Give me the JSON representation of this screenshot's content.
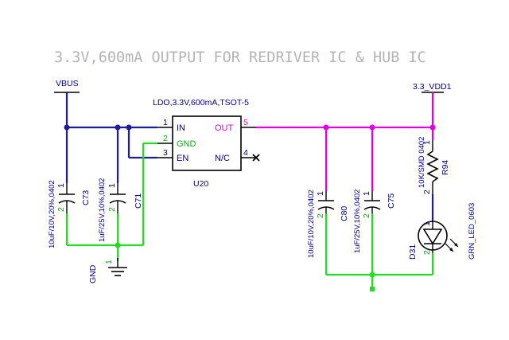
{
  "title": "3.3V,600mA OUTPUT FOR REDRIVER IC & HUB IC",
  "nets": {
    "vbus": "VBUS",
    "vdd": "3.3_VDD1",
    "gnd": "GND"
  },
  "u20": {
    "ref": "U20",
    "value": "LDO,3.3V,600mA,TSOT-5",
    "pins": {
      "in_num": "1",
      "in_name": "IN",
      "gnd_num": "2",
      "gnd_name": "GND",
      "en_num": "3",
      "en_name": "EN",
      "nc_num": "4",
      "nc_name": "N/C",
      "out_num": "5",
      "out_name": "OUT"
    }
  },
  "capacitors": [
    {
      "ref": "C73",
      "value": "10uF/10V,20%,0402",
      "pin1": "1",
      "pin2": "2"
    },
    {
      "ref": "C71",
      "value": "1uF/25V,10%,0402",
      "pin1": "1",
      "pin2": "2"
    },
    {
      "ref": "C80",
      "value": "10uF/10V,20%,0402",
      "pin1": "1",
      "pin2": "2"
    },
    {
      "ref": "C75",
      "value": "1uF/25V,10%,0402",
      "pin1": "1",
      "pin2": "2"
    }
  ],
  "resistor": {
    "ref": "R94",
    "value": "10K/SMD 0402",
    "pin1": "1",
    "pin2": "2"
  },
  "led": {
    "ref": "D31",
    "value": "GRN_LED_0603",
    "pin1": "1",
    "pin2": "2"
  },
  "gnd_pin": "1",
  "colors": {
    "power_net": "#1c1c9c",
    "output_net": "#e000e0",
    "ground_net": "#22dd22",
    "title": "#b4b4b4",
    "labels": "#00008b"
  }
}
